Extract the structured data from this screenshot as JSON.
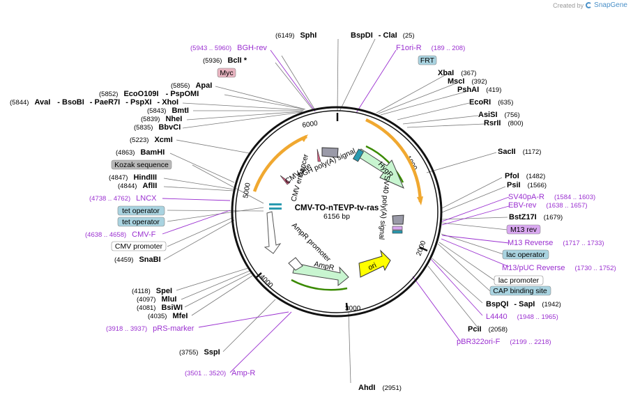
{
  "credit": {
    "prefix": "Created by",
    "brand": "SnapGene"
  },
  "plasmid": {
    "name": "CMV-TO-nTEVP-tv-ras",
    "size_label": "6156 bp"
  },
  "ticks": [
    "1000",
    "2000",
    "3000",
    "4000",
    "5000",
    "6000"
  ],
  "enzymes": [
    {
      "name": "SphI",
      "pos": "(6149)"
    },
    {
      "name": "BspDI",
      "pos": ""
    },
    {
      "name": "- ClaI",
      "pos": "(25)"
    },
    {
      "name": "BclI *",
      "pos": "(5936)"
    },
    {
      "name": "XbaI",
      "pos": "(367)"
    },
    {
      "name": "MscI",
      "pos": "(392)"
    },
    {
      "name": "PshAI",
      "pos": "(419)"
    },
    {
      "name": "ApaI",
      "pos": "(5856)"
    },
    {
      "name": "EcoO109I",
      "pos": "(5852)"
    },
    {
      "name": "- PspOMI",
      "pos": ""
    },
    {
      "name": "AvaI",
      "pos": "(5844)"
    },
    {
      "name": "- BsoBI",
      "pos": ""
    },
    {
      "name": "- PaeR7I",
      "pos": ""
    },
    {
      "name": "- PspXI",
      "pos": ""
    },
    {
      "name": "- XhoI",
      "pos": ""
    },
    {
      "name": "BmtI",
      "pos": "(5843)"
    },
    {
      "name": "NheI",
      "pos": "(5839)"
    },
    {
      "name": "BbvCI",
      "pos": "(5835)"
    },
    {
      "name": "EcoRI",
      "pos": "(635)"
    },
    {
      "name": "AsiSI",
      "pos": "(756)"
    },
    {
      "name": "RsrII",
      "pos": "(800)"
    },
    {
      "name": "XcmI",
      "pos": "(5223)"
    },
    {
      "name": "BamHI",
      "pos": "(4863)"
    },
    {
      "name": "SacII",
      "pos": "(1172)"
    },
    {
      "name": "HindIII",
      "pos": "(4847)"
    },
    {
      "name": "AflII",
      "pos": "(4844)"
    },
    {
      "name": "PfoI",
      "pos": "(1482)"
    },
    {
      "name": "PsiI",
      "pos": "(1566)"
    },
    {
      "name": "BstZ17I",
      "pos": "(1679)"
    },
    {
      "name": "SnaBI",
      "pos": "(4459)"
    },
    {
      "name": "SpeI",
      "pos": "(4118)"
    },
    {
      "name": "MluI",
      "pos": "(4097)"
    },
    {
      "name": "BsiWI",
      "pos": "(4081)"
    },
    {
      "name": "MfeI",
      "pos": "(4035)"
    },
    {
      "name": "BspQI",
      "pos": ""
    },
    {
      "name": "- SapI",
      "pos": "(1942)"
    },
    {
      "name": "PciI",
      "pos": "(2058)"
    },
    {
      "name": "SspI",
      "pos": "(3755)"
    },
    {
      "name": "AhdI",
      "pos": "(2951)"
    }
  ],
  "primers": [
    {
      "name": "BGH-rev",
      "pos": "(5943 .. 5960)"
    },
    {
      "name": "F1ori-R",
      "pos": "(189 .. 208)"
    },
    {
      "name": "LNCX",
      "pos": "(4738 .. 4762)"
    },
    {
      "name": "SV40pA-R",
      "pos": "(1584 .. 1603)"
    },
    {
      "name": "EBV-rev",
      "pos": "(1638 .. 1657)"
    },
    {
      "name": "CMV-F",
      "pos": "(4638 .. 4658)"
    },
    {
      "name": "M13 Reverse",
      "pos": "(1717 .. 1733)"
    },
    {
      "name": "M13/pUC Reverse",
      "pos": "(1730 .. 1752)"
    },
    {
      "name": "L4440",
      "pos": "(1948 .. 1965)"
    },
    {
      "name": "pBR322ori-F",
      "pos": "(2199 .. 2218)"
    },
    {
      "name": "pRS-marker",
      "pos": "(3918 .. 3937)"
    },
    {
      "name": "Amp-R",
      "pos": "(3501 .. 3520)"
    }
  ],
  "feature_boxes": [
    {
      "label": "Myc",
      "color": "#e8b4c0"
    },
    {
      "label": "FRT",
      "color": "#a9d3e0"
    },
    {
      "label": "Kozak sequence",
      "color": "#b9b9b9"
    },
    {
      "label": "tet operator",
      "color": "#a9d3e0"
    },
    {
      "label": "tet operator",
      "color": "#a9d3e0"
    },
    {
      "label": "CMV promoter",
      "color": "#ffffff"
    },
    {
      "label": "M13 rev",
      "color": "#d9a8f0"
    },
    {
      "label": "lac operator",
      "color": "#a9d3e0"
    },
    {
      "label": "lac promoter",
      "color": "#ffffff"
    },
    {
      "label": "CAP binding site",
      "color": "#a9d3e0"
    }
  ],
  "inner_labels": {
    "bgh": "bGH poly(A) signal",
    "hygr": "HygR",
    "sv40": "SV40 poly(A) signal",
    "ori": "ori",
    "ampr": "AmpR",
    "ampr_promoter": "AmpR promoter",
    "cmv_enhancer": "CMV enhancer",
    "cmv_site": "CMV site"
  },
  "colors": {
    "primer": "#9a2fd0",
    "hygr_fill": "#c8f5d0",
    "ampr_fill": "#c8f5d0",
    "ori_fill": "#ffff00",
    "backbone_gold": "#f0a830",
    "inner_green": "#3a8a00"
  }
}
